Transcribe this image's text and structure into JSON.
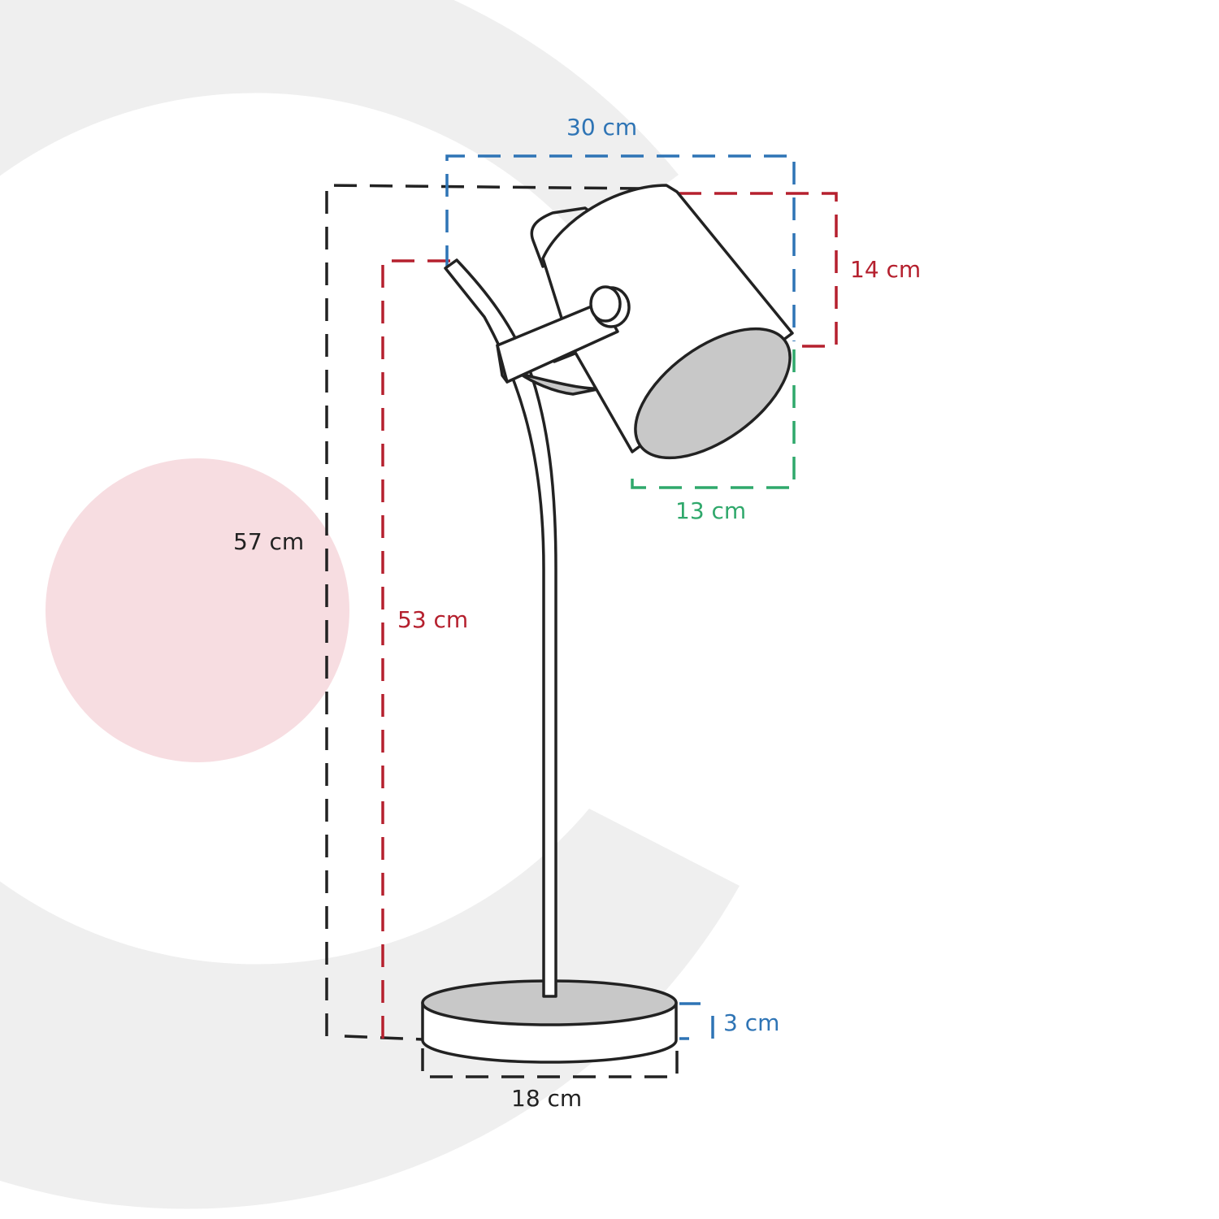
{
  "colors": {
    "background": "#ffffff",
    "decor_gray": "#efefef",
    "decor_pink": "#f7dde1",
    "outline": "#222222",
    "shade_inner": "#c8c8c8",
    "black_dim": "#222222",
    "blue_dim": "#2e74b5",
    "red_dim": "#b5202e",
    "green_dim": "#2fa86b"
  },
  "dimensions": {
    "width_total": {
      "label": "30 cm",
      "color": "#2e74b5"
    },
    "shade_length": {
      "label": "14 cm",
      "color": "#b5202e"
    },
    "shade_diameter": {
      "label": "13 cm",
      "color": "#2fa86b"
    },
    "height_total": {
      "label": "57 cm",
      "color": "#222222"
    },
    "arm_height": {
      "label": "53 cm",
      "color": "#b5202e"
    },
    "base_height": {
      "label": "3 cm",
      "color": "#2e74b5"
    },
    "base_diameter": {
      "label": "18 cm",
      "color": "#222222"
    }
  }
}
